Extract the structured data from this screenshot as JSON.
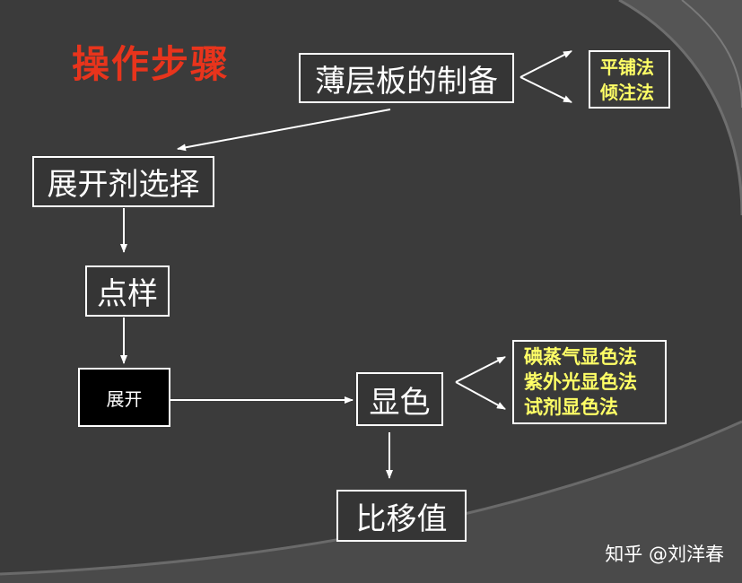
{
  "title": "操作步骤",
  "steps": {
    "plate_prep": "薄层板的制备",
    "solvent_select": "展开剂选择",
    "spotting": "点样",
    "develop": "展开",
    "visualize": "显色",
    "rf_value": "比移值"
  },
  "plate_methods": [
    "平铺法",
    "倾注法"
  ],
  "color_methods": [
    "碘蒸气显色法",
    "紫外光显色法",
    "试剂显色法"
  ],
  "watermark": "知乎 @刘洋春",
  "colors": {
    "background": "#3b3b3b",
    "title": "#e8341c",
    "method_text": "#ffff66",
    "line": "#ffffff"
  }
}
